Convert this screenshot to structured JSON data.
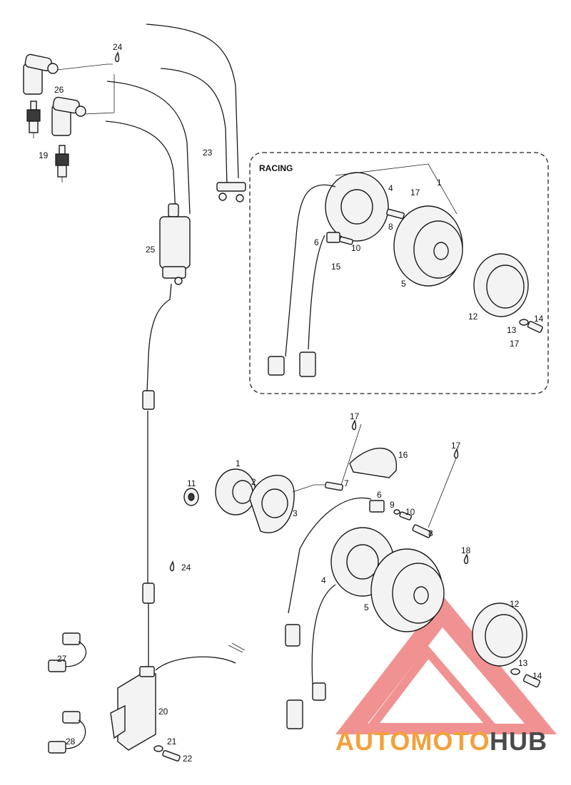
{
  "section": {
    "title": "RACING"
  },
  "callouts": {
    "c1a": "1",
    "c4a": "4",
    "c17a": "17",
    "c8a": "8",
    "c6a": "6",
    "c10a": "10",
    "c15a": "15",
    "c5a": "5",
    "c12a": "12",
    "c13a": "13",
    "c14a": "14",
    "c17b": "17",
    "c24a": "24",
    "c26": "26",
    "c19": "19",
    "c23": "23",
    "c25": "25",
    "c17c": "17",
    "c16": "16",
    "c17d": "17",
    "c1b": "1",
    "c2": "2",
    "c11": "11",
    "c3": "3",
    "c7": "7",
    "c6b": "6",
    "c9": "9",
    "c10b": "10",
    "c8b": "8",
    "c18": "18",
    "c4b": "4",
    "c5b": "5",
    "c12b": "12",
    "c13b": "13",
    "c14b": "14",
    "c24b": "24",
    "c27": "27",
    "c20": "20",
    "c28": "28",
    "c21": "21",
    "c22": "22"
  },
  "watermark": {
    "part1": "AUTOMOTO",
    "part2": "HUB",
    "color1": "#f3a13a",
    "color2": "#4a4a4a",
    "logo_color": "#e63a3a"
  },
  "icons": {
    "oil_drop": "drop-icon"
  }
}
